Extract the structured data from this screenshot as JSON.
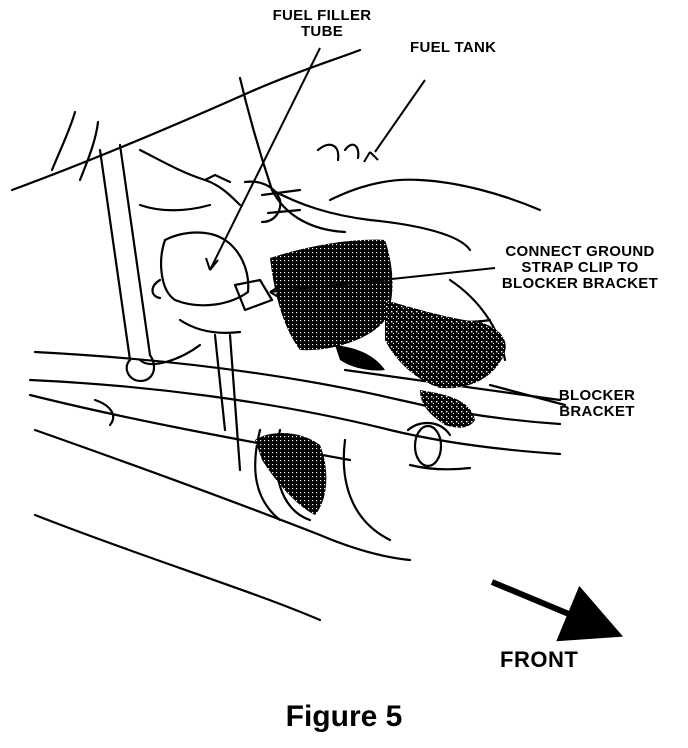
{
  "labels": {
    "fuel_filler_tube_line1": "FUEL FILLER",
    "fuel_filler_tube_line2": "TUBE",
    "fuel_tank": "FUEL TANK",
    "connect_line1": "CONNECT GROUND",
    "connect_line2": "STRAP CLIP TO",
    "connect_line3": "BLOCKER BRACKET",
    "blocker_line1": "BLOCKER",
    "blocker_line2": "BRACKET",
    "front": "FRONT"
  },
  "caption": "Figure 5",
  "colors": {
    "ink": "#000000",
    "paper": "#ffffff"
  }
}
